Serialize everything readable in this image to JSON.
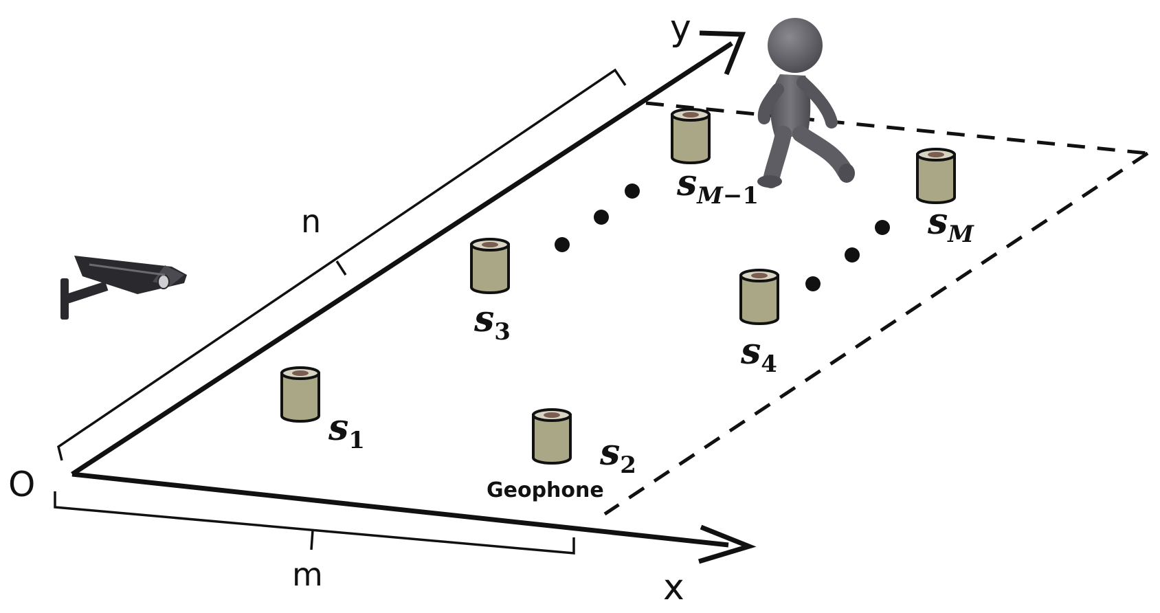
{
  "labels": {
    "origin": "O",
    "x_axis": "x",
    "y_axis": "y",
    "m": "m",
    "n": "n",
    "geophone": "Geophone"
  },
  "sensors": [
    {
      "main": "s",
      "sub": "1"
    },
    {
      "main": "s",
      "sub": "2"
    },
    {
      "main": "s",
      "sub": "3"
    },
    {
      "main": "s",
      "sub": "4"
    },
    {
      "main": "s",
      "sub_var": "M",
      "sub_rest": "−1"
    },
    {
      "main": "s",
      "sub_var": "M",
      "sub_rest": ""
    }
  ],
  "icons": {
    "camera": "security-camera-icon",
    "person": "walking-person-icon",
    "sensor": "geophone-cylinder-icon"
  },
  "colors": {
    "ink": "#111111",
    "geophone_body": "#a9a785",
    "geophone_top": "#8a8670",
    "person": "#5e5d63",
    "camera": "#2a2a2e"
  }
}
